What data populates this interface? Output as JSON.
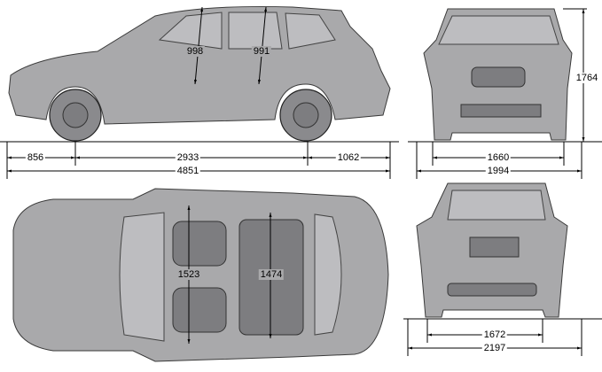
{
  "title": "Vehicle dimension drawing",
  "dimensions": {
    "front_overhang": "856",
    "wheelbase": "2933",
    "rear_overhang": "1062",
    "length": "4851",
    "front_headroom": "998",
    "rear_headroom": "991",
    "height": "1764",
    "front_track": "1660",
    "width": "1994",
    "front_shoulder_width": "1523",
    "rear_shoulder_width": "1474",
    "rear_track": "1672",
    "width_with_mirrors": "2197"
  },
  "colors": {
    "body": "#a9a9ab",
    "outline": "#3a3a3a",
    "dimension": "#000000"
  }
}
